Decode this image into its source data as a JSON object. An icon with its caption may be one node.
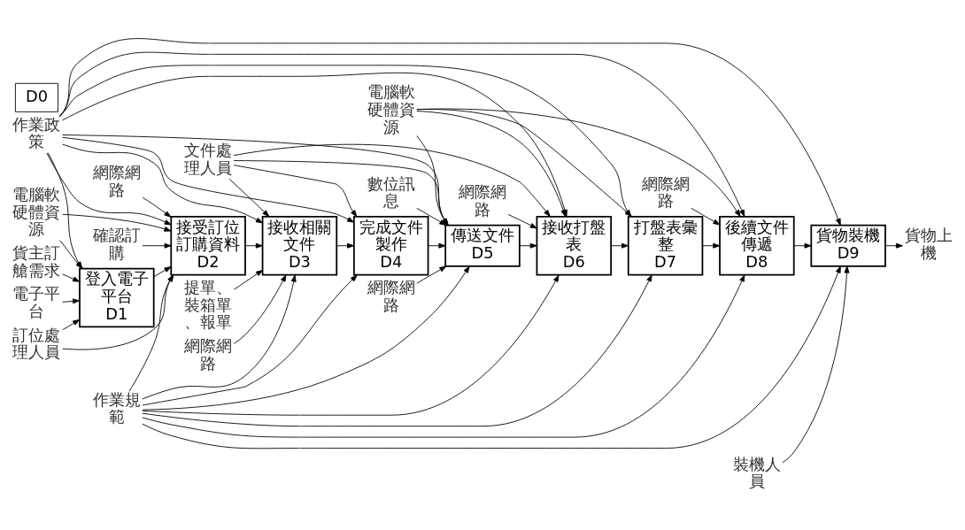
{
  "diagram": {
    "nodes": [
      {
        "text": [
          "作業政策"
        ]
      },
      {
        "text": [
          "作業規範"
        ]
      },
      {
        "text": [
          "登入電子平台",
          "D1"
        ]
      },
      {
        "text": [
          "接受訂位訂購資料",
          "D2"
        ]
      },
      {
        "text": [
          "接收相關文件",
          "D3"
        ]
      },
      {
        "text": [
          "完成文件製作",
          "D4"
        ]
      },
      {
        "text": [
          "傳送文件",
          "D5"
        ]
      },
      {
        "text": [
          "接收打盤表",
          "D6"
        ]
      },
      {
        "text": [
          "打盤表彙整",
          "D7"
        ]
      },
      {
        "text": [
          "後續文件傳遞",
          "D8"
        ]
      },
      {
        "text": [
          "貨物裝機",
          "D9"
        ]
      },
      {
        "text": [
          "貨主訂艙需求"
        ]
      },
      {
        "text": [
          "確認訂購"
        ]
      },
      {
        "text": [
          "提單、裝箱單、報單"
        ]
      },
      {
        "text": [
          "數位訊息"
        ]
      },
      {
        "text": [
          "貨物上機"
        ]
      },
      {
        "text": [
          "電子平台"
        ]
      },
      {
        "text": [
          "訂位處理人員"
        ]
      },
      {
        "text": [
          "網際網路"
        ]
      },
      {
        "text": [
          "電腦軟硬體資源"
        ]
      },
      {
        "text": [
          "網際網路"
        ]
      },
      {
        "text": [
          "文件處理人員"
        ]
      },
      {
        "text": [
          "網際網路"
        ]
      },
      {
        "text": [
          "網際網路"
        ]
      },
      {
        "text": [
          "電腦軟硬體資源"
        ]
      },
      {
        "text": [
          "網際網路"
        ]
      },
      {
        "text": [
          "裝機人員"
        ]
      }
    ],
    "edges": [
      {
        "from": 11,
        "to": 2,
        "arrow": "to"
      },
      {
        "from": 2,
        "to": 3,
        "arrow": "to"
      },
      {
        "from": 12,
        "to": 3,
        "arrow": "to"
      },
      {
        "from": 3,
        "to": 4,
        "arrow": "to"
      },
      {
        "from": 13,
        "to": 4,
        "arrow": "to"
      },
      {
        "from": 4,
        "to": 5,
        "arrow": "to"
      },
      {
        "from": 5,
        "to": 6,
        "arrow": "to"
      },
      {
        "from": 14,
        "to": 6,
        "arrow": "to"
      },
      {
        "from": 6,
        "to": 7,
        "arrow": "to"
      },
      {
        "from": 7,
        "to": 8,
        "arrow": "to"
      },
      {
        "from": 8,
        "to": 9,
        "arrow": "to"
      },
      {
        "from": 9,
        "to": 10,
        "arrow": "to"
      },
      {
        "from": 10,
        "to": 15,
        "arrow": "to"
      },
      {
        "from": 0,
        "to": 2,
        "arrow": "to"
      },
      {
        "from": 0,
        "to": 3,
        "arrow": "to"
      },
      {
        "from": 0,
        "to": 4,
        "arrow": "to"
      },
      {
        "from": 0,
        "to": 5,
        "arrow": "to"
      },
      {
        "from": 0,
        "to": 6,
        "arrow": "to"
      },
      {
        "from": 0,
        "to": 7,
        "arrow": "to"
      },
      {
        "from": 0,
        "to": 8,
        "arrow": "to"
      },
      {
        "from": 0,
        "to": 9,
        "arrow": "to"
      },
      {
        "from": 0,
        "to": 10,
        "arrow": "to"
      },
      {
        "from": 1,
        "to": 3,
        "arrow": "to"
      },
      {
        "from": 1,
        "to": 4,
        "arrow": "to"
      },
      {
        "from": 1,
        "to": 5,
        "arrow": "to"
      },
      {
        "from": 1,
        "to": 6,
        "arrow": "to"
      },
      {
        "from": 1,
        "to": 7,
        "arrow": "to"
      },
      {
        "from": 1,
        "to": 8,
        "arrow": "to"
      },
      {
        "from": 1,
        "to": 9,
        "arrow": "to"
      },
      {
        "from": 1,
        "to": 10,
        "arrow": "to"
      },
      {
        "from": 16,
        "to": 2,
        "arrow": "to"
      },
      {
        "from": 17,
        "to": 2,
        "arrow": "to"
      },
      {
        "from": 17,
        "to": 3,
        "arrow": "to"
      },
      {
        "from": 18,
        "to": 3,
        "arrow": "to"
      },
      {
        "from": 19,
        "to": 2,
        "arrow": "to"
      },
      {
        "from": 19,
        "to": 3,
        "arrow": "to"
      },
      {
        "from": 20,
        "to": 4,
        "arrow": "to"
      },
      {
        "from": 21,
        "to": 4,
        "arrow": "to"
      },
      {
        "from": 21,
        "to": 5,
        "arrow": "to"
      },
      {
        "from": 21,
        "to": 6,
        "arrow": "to"
      },
      {
        "from": 21,
        "to": 7,
        "arrow": "to"
      },
      {
        "from": 22,
        "to": 6,
        "arrow": "to"
      },
      {
        "from": 23,
        "to": 7,
        "arrow": "to"
      },
      {
        "from": 24,
        "to": 6,
        "arrow": "to"
      },
      {
        "from": 24,
        "to": 7,
        "arrow": "to"
      },
      {
        "from": 24,
        "to": 8,
        "arrow": "to"
      },
      {
        "from": 24,
        "to": 9,
        "arrow": "to"
      },
      {
        "from": 25,
        "to": 9,
        "arrow": "to"
      },
      {
        "from": 26,
        "to": 10,
        "arrow": "to"
      }
    ],
    "labels": [
      "D0"
    ]
  }
}
